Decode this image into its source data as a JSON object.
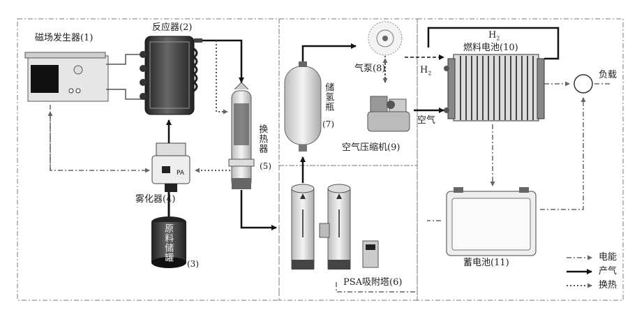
{
  "labels": {
    "magnetic_field_generator": "磁场发生器(1)",
    "reactor": "反应器(2)",
    "raw_material_tank": "原料储罐",
    "raw_material_tank_no": "(3)",
    "atomizer": "雾化器(4)",
    "heat_exchanger": "换热器",
    "heat_exchanger_no": "(5)",
    "psa_tower": "PSA吸附塔(6)",
    "storage_bottle": "储氢瓶",
    "storage_bottle_no": "(7)",
    "air_pump": "气泵(8)",
    "air_compressor": "空气压缩机(9)",
    "fuel_cell": "燃料电池(10)",
    "battery": "蓄电池(11)",
    "load": "负载",
    "air": "空气",
    "h2_top": "H",
    "h2_top_sub": "2",
    "h2_side": "H",
    "h2_side_sub": "2"
  },
  "legend": {
    "items": [
      {
        "style": "dash-dot",
        "label": "电能"
      },
      {
        "style": "solid",
        "label": "产气"
      },
      {
        "style": "dotted",
        "label": "换热"
      }
    ]
  }
}
